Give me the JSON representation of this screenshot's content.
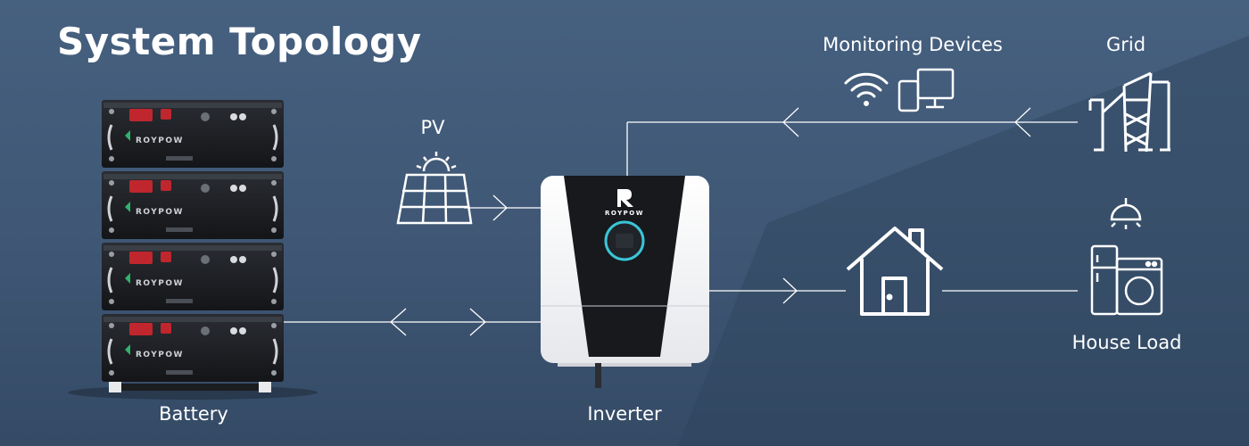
{
  "title": "System Topology",
  "labels": {
    "pv": "PV",
    "monitoring": "Monitoring Devices",
    "grid": "Grid",
    "battery": "Battery",
    "inverter": "Inverter",
    "house_load": "House Load"
  },
  "brand": "ROYPOW",
  "battery_module_count": 4,
  "colors": {
    "background": "#3f5775",
    "line": "#ffffff",
    "battery_body": "#1b1d21",
    "battery_terminal": "#c0262d",
    "brand_green": "#2fb36b",
    "inverter_panel": "#17191d",
    "inverter_body": "#f4f5f7",
    "display_ring": "#39c6d8"
  },
  "icons": {
    "pv": "solar-panel-icon",
    "wifi": "wifi-icon",
    "devices": "phone-monitor-icon",
    "grid": "transmission-tower-icon",
    "house": "house-icon",
    "lamp": "ceiling-lamp-icon",
    "appliances": "fridge-washer-icon"
  }
}
